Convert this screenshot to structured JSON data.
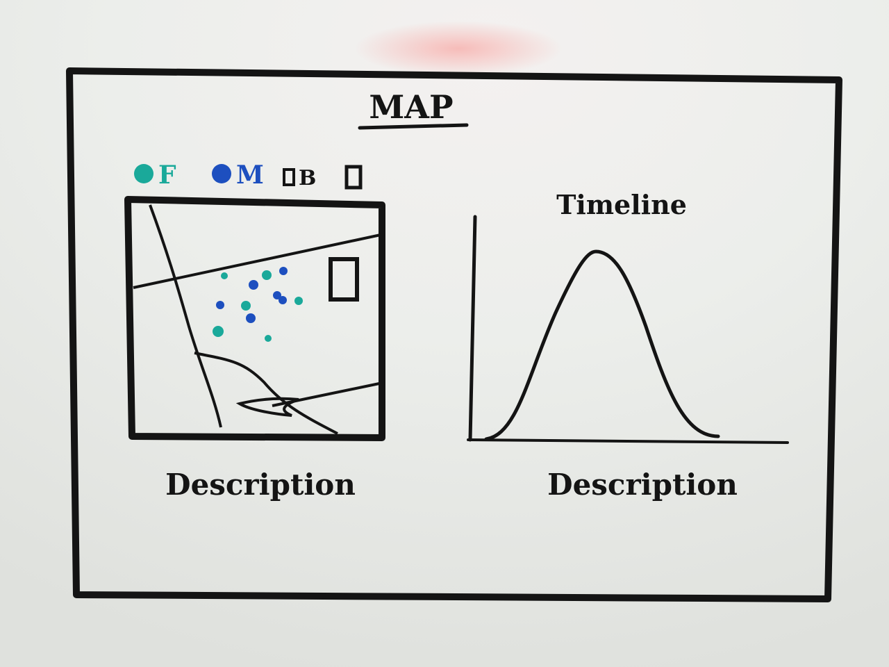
{
  "sketch": {
    "title": "MAP",
    "legend": [
      {
        "marker": "circle",
        "label": "F",
        "color": "#1aa99a"
      },
      {
        "marker": "circle",
        "label": "M",
        "color": "#1d4fbf"
      },
      {
        "marker": "square",
        "label": "B",
        "color": "#141414"
      },
      {
        "marker": "square",
        "label": "",
        "color": "#141414"
      }
    ],
    "map_panel": {
      "description": "Description"
    },
    "timeline_panel": {
      "title": "Timeline",
      "description": "Description"
    },
    "colors": {
      "ink": "#141414",
      "teal": "#1aa99a",
      "blue": "#1d4fbf",
      "board": "#e9eae7"
    }
  }
}
